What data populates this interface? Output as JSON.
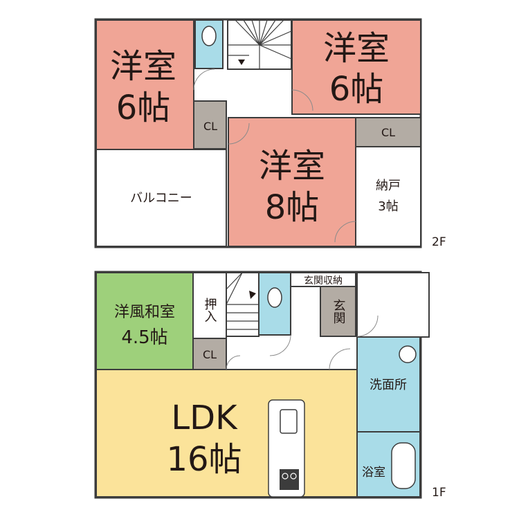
{
  "floors": {
    "upper": {
      "label": "2F",
      "rooms": {
        "western_nw": {
          "name": "洋室",
          "size": "6帖"
        },
        "western_ne": {
          "name": "洋室",
          "size": "6帖"
        },
        "western_center": {
          "name": "洋室",
          "size": "8帖"
        },
        "closet_left": {
          "name": "CL"
        },
        "closet_right": {
          "name": "CL"
        },
        "balcony": {
          "name": "バルコニー"
        },
        "storage": {
          "name": "納戸",
          "size": "3帖"
        }
      }
    },
    "lower": {
      "label": "1F",
      "rooms": {
        "japanese": {
          "name": "洋風和室",
          "size": "4.5帖"
        },
        "oshiire": {
          "name": "押入"
        },
        "closet": {
          "name": "CL"
        },
        "entrance_storage": {
          "name": "玄関収納"
        },
        "entrance": {
          "name": "玄関"
        },
        "washroom": {
          "name": "洗面所"
        },
        "ldk": {
          "name": "LDK",
          "size": "16帖"
        },
        "bath": {
          "name": "浴室"
        }
      }
    }
  },
  "colors": {
    "western": "#F0A596",
    "japanese": "#9ED07B",
    "ldk": "#FBE39A",
    "water": "#A9DCE8",
    "closet": "#B3ACA4",
    "wall": "#3C3C3C",
    "hall": "#FFFFFF"
  }
}
